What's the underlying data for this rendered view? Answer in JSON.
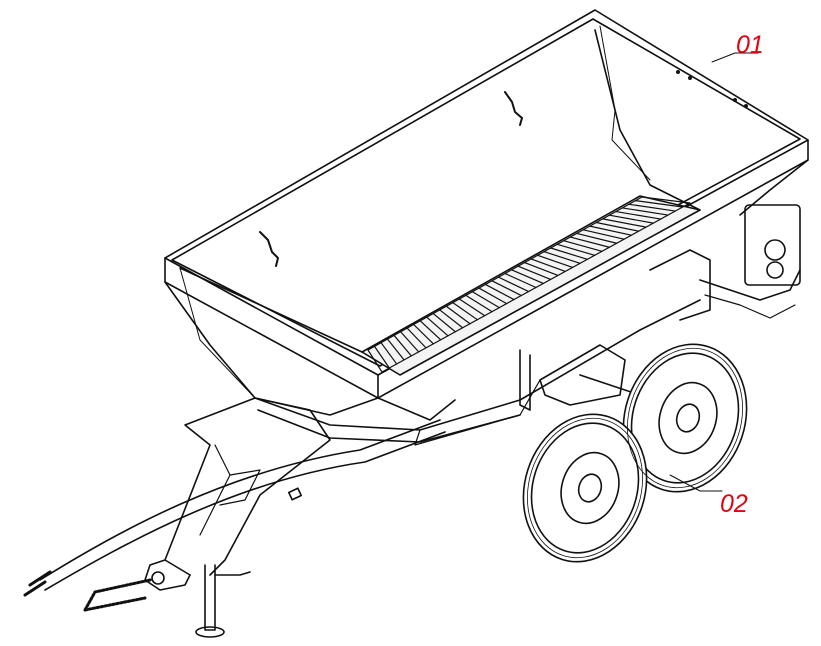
{
  "callouts": [
    {
      "id": "01",
      "label": "01",
      "part": "hopper"
    },
    {
      "id": "02",
      "label": "02",
      "part": "tandem-wheels"
    }
  ],
  "colors": {
    "line": "#111111",
    "callout": "#e3000f",
    "background": "#ffffff"
  }
}
